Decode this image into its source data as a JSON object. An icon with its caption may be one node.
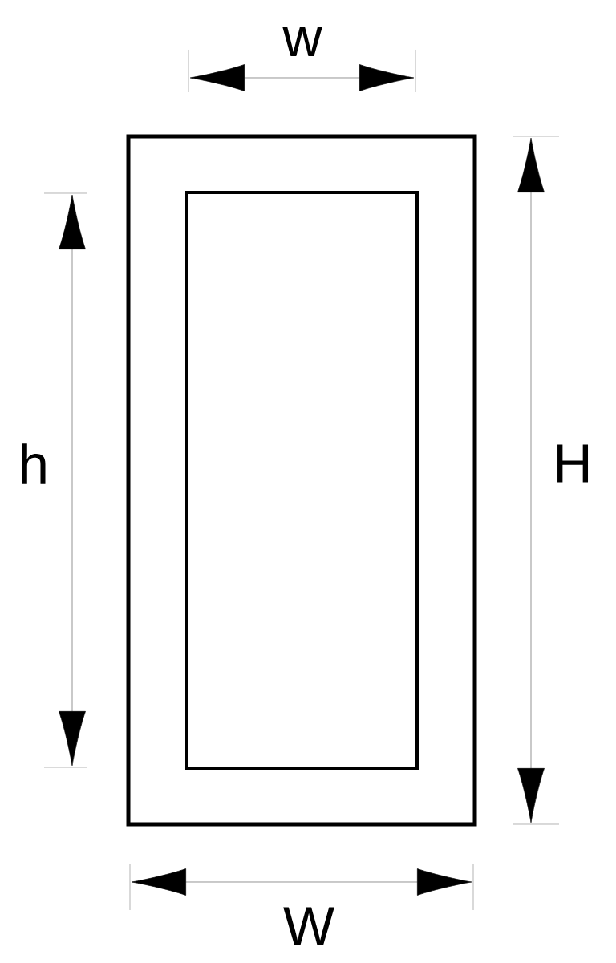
{
  "diagram": {
    "nodes": [
      {
        "text": [],
        "shape": "box"
      },
      {
        "text": [],
        "shape": "box",
        "in": 0
      }
    ],
    "labels": [
      "w",
      "h",
      "H",
      "W"
    ]
  }
}
